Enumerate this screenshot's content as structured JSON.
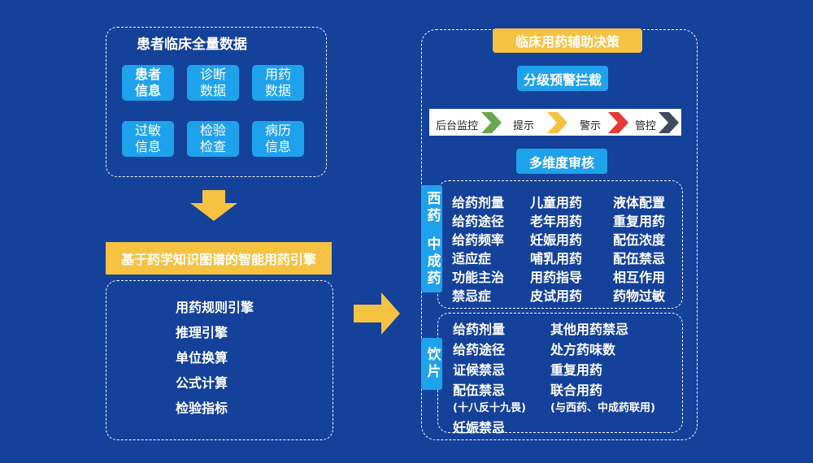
{
  "patient": {
    "title": "患者临床全量数据",
    "tiles": [
      {
        "l1": "患者",
        "l2": "信息"
      },
      {
        "l1": "诊断",
        "l2": "数据"
      },
      {
        "l1": "用药",
        "l2": "数据"
      },
      {
        "l1": "过敏",
        "l2": "信息"
      },
      {
        "l1": "检验",
        "l2": "检查"
      },
      {
        "l1": "病历",
        "l2": "信息"
      }
    ]
  },
  "engine": {
    "title": "基于药学知识图谱的智能用药引擎",
    "items": [
      "用药规则引擎",
      "推理引擎",
      "单位换算",
      "公式计算",
      "检验指标"
    ]
  },
  "decision": {
    "title": "临床用药辅助决策",
    "tiered_title": "分级预警拦截",
    "tiers": [
      "后台监控",
      "提示",
      "警示",
      "管控"
    ],
    "tier_colors": [
      "#6aa84f",
      "#f5c242",
      "#e53935",
      "#3f4a5c"
    ],
    "multi_title": "多维度审核",
    "west_tab_1": "西药",
    "west_tab_2": "中成药",
    "west_items": [
      [
        "给药剂量",
        "儿童用药",
        "液体配置"
      ],
      [
        "给药途径",
        "老年用药",
        "重复用药"
      ],
      [
        "给药频率",
        "妊娠用药",
        "配伍浓度"
      ],
      [
        "适应症",
        "哺乳用药",
        "配伍禁忌"
      ],
      [
        "功能主治",
        "用药指导",
        "相互作用"
      ],
      [
        "禁忌症",
        "皮试用药",
        "药物过敏"
      ]
    ],
    "herb_tab": "饮片",
    "herb_left": [
      "给药剂量",
      "给药途径",
      "证候禁忌",
      "配伍禁忌",
      "(十八反十九畏)",
      "妊娠禁忌"
    ],
    "herb_right": [
      "其他用药禁忌",
      "处方药味数",
      "重复用药",
      "联合用药",
      "(与西药、中成药联用)"
    ]
  }
}
